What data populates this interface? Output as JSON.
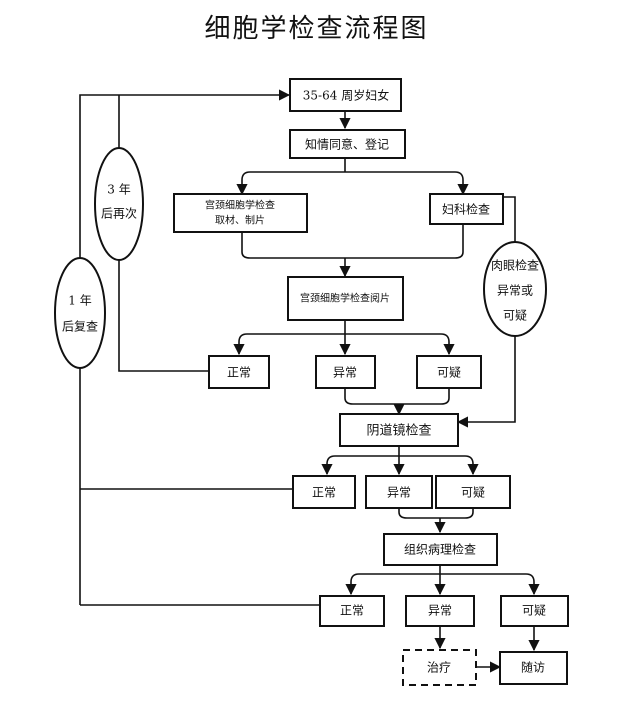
{
  "title": "细胞学检查流程图",
  "nodes": {
    "women": "35-64 周岁妇女",
    "consent": "知情同意、登记",
    "sampling_line1": "宫颈细胞学检查",
    "sampling_line2": "取材、制片",
    "gyn_exam": "妇科检查",
    "cyto_reading": "宫颈细胞学检查阅片",
    "normal_1": "正常",
    "abnormal_1": "异常",
    "suspicious_1": "可疑",
    "colposcopy": "阴道镜检查",
    "normal_2": "正常",
    "abnormal_2": "异常",
    "suspicious_2": "可疑",
    "histology": "组织病理检查",
    "normal_3": "正常",
    "abnormal_3": "异常",
    "suspicious_3": "可疑",
    "treatment": "治疗",
    "followup": "随访"
  },
  "ellipses": {
    "three_year_line1": "3 年",
    "three_year_line2": "后再次",
    "one_year_line1": "1 年",
    "one_year_line2": "后复查",
    "visual_line1": "肉眼检查",
    "visual_line2": "异常或",
    "visual_line3": "可疑"
  }
}
